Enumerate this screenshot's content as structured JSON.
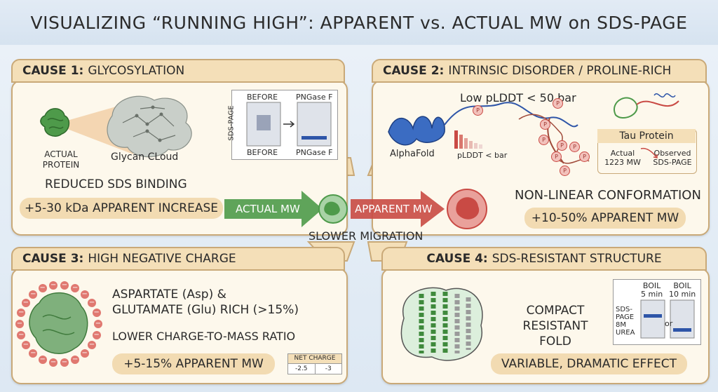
{
  "title": "VISUALIZING “RUNNING HIGH”: APPARENT vs. ACTUAL MW on SDS-PAGE",
  "center": {
    "actual_mw": "ACTUAL MW",
    "apparent_mw": "APPARENT MW",
    "slower_migration": "SLOWER MIGRATION"
  },
  "cause1": {
    "num": "CAUSE 1:",
    "name": "GLYCOSYLATION",
    "actual_protein": "ACTUAL\nPROTEIN",
    "glycan_cloud": "Glycan CLoud",
    "gel_side": "SDS-PAGE",
    "before_top": "BEFORE",
    "pngase_top": "PNGase F",
    "before_bottom": "BEFORE",
    "pngase_bottom": "PNGase F",
    "reduced": "REDUCED SDS BINDING",
    "effect": "+5-30 kDa APPARENT INCREASE"
  },
  "cause2": {
    "num": "CAUSE 2:",
    "name": "INTRINSIC DISORDER / PROLINE-RICH",
    "plddt": "Low pLDDT < 50 bar",
    "alphafold": "AlphaFold",
    "plddt_small": "pLDDT < bar",
    "p": "P",
    "tau": "Tau Protein",
    "actual": "Actual\n1223 MW",
    "observed": "Observed\nSDS-PAGE",
    "conformation": "NON-LINEAR CONFORMATION",
    "effect": "+10-50% APPARENT MW"
  },
  "cause3": {
    "num": "CAUSE 3:",
    "name": "HIGH NEGATIVE CHARGE",
    "line1": "ASPARTATE (Asp) &",
    "line2": "GLUTAMATE (Glu) RICH (>15%)",
    "line3": "LOWER CHARGE-TO-MASS RATIO",
    "effect": "+5-15% APPARENT MW",
    "net_charge": "NET CHARGE",
    "nc1": "-2.5",
    "nc2": "-3"
  },
  "cause4": {
    "num": "CAUSE 4:",
    "name": "SDS-RESISTANT STRUCTURE",
    "compact": "COMPACT\nRESISTANT FOLD",
    "boil5": "BOIL\n5 min",
    "boil10": "BOIL\n10 min",
    "gel_side": "SDS-\nPAGE\n8M\nUREA",
    "or": "or",
    "effect": "VARIABLE, DRAMATIC EFFECT"
  },
  "colors": {
    "card_bg": "#fdf8ec",
    "tab_bg": "#f4dfb8",
    "border": "#c9a978",
    "green": "#4e9a4a",
    "red": "#c94a44",
    "blue": "#2e55a8"
  }
}
